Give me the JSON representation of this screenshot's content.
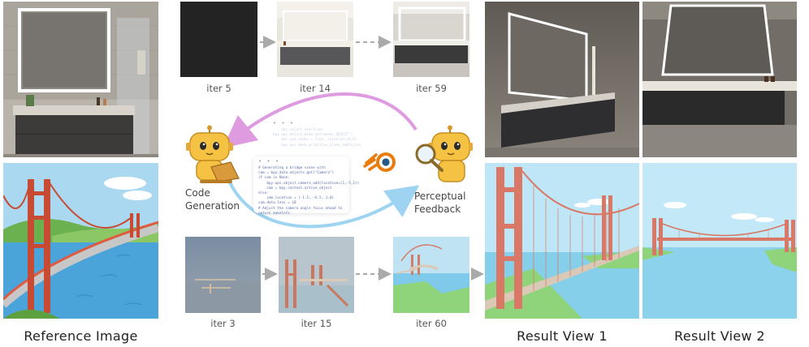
{
  "labels": {
    "reference": "Reference Image",
    "result1": "Result View 1",
    "result2": "Result View 2",
    "code_gen_line1": "Code",
    "code_gen_line2": "Generation",
    "feedback_line1": "Perceptual",
    "feedback_line2": "Feedback"
  },
  "iterations_top": [
    "iter 5",
    "iter 14",
    "iter 59"
  ],
  "iterations_bottom": [
    "iter 3",
    "iter 15",
    "iter 60"
  ],
  "code_snippet": [
    "# Generating a bridge scene with",
    "cam = bpy.data.objects.get(\"Camera\")",
    "if cam is None:",
    "    bpy.ops.object.camera_add(location=(1,-5,2))",
    "    cam = bpy.context.active_object",
    "else:",
    "    cam.location = (-1.5, -6.5, 1.0)",
    "cam.data.lens = 18",
    "# Adjust the camera angle focus ahead to",
    "return makelnfo"
  ],
  "code_snippet_faint": [
    "    obj.select_set(True)",
    "bpy.ops.object.mode_set(mode='OBJECT')",
    "    mat.use_nodes = True, location=(0,0)",
    "    bpy.ops.mesh.primitive_plane_add(size)"
  ],
  "colors": {
    "arrow_pink": "#de9be0",
    "arrow_blue": "#9ed3f2",
    "arrow_gray": "#aaaaaa",
    "robot_yellow": "#f5c244",
    "bridge_red": "#e0786a"
  }
}
